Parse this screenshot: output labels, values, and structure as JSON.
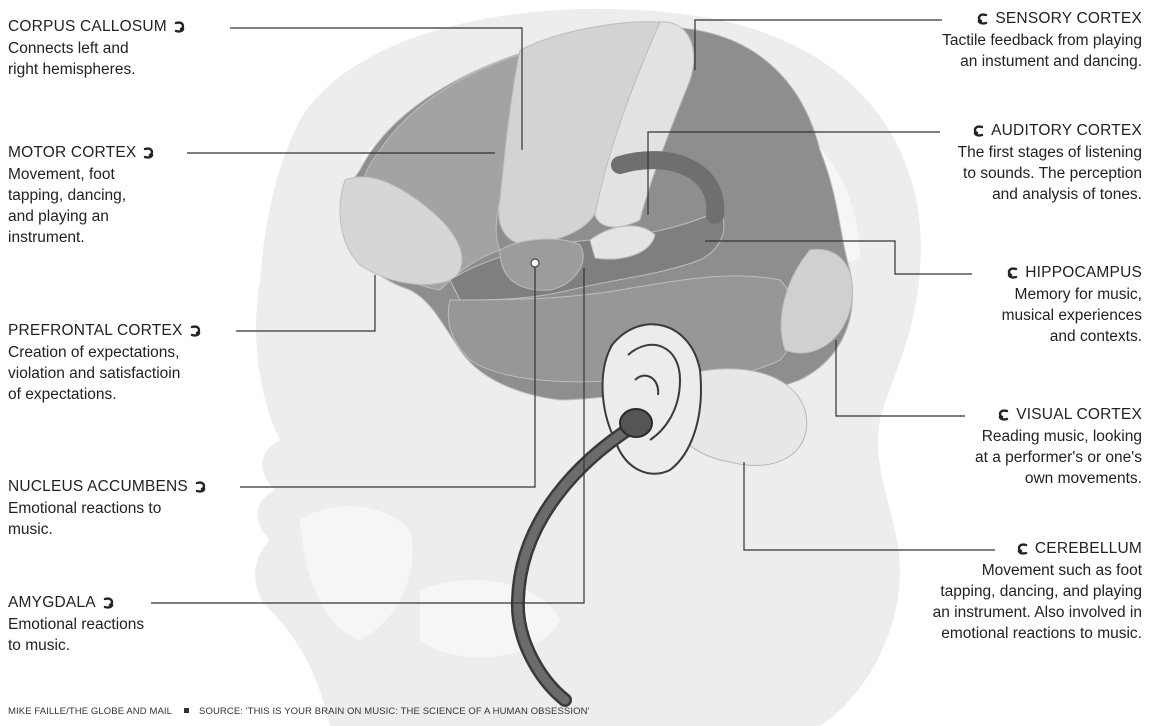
{
  "colors": {
    "ink": "#222222",
    "skull": "#ececec",
    "brain_dark": "#8b8b8b",
    "brain_mid": "#a6a6a6",
    "brain_light": "#d0d0d0",
    "brain_pale": "#e6e6e6",
    "ear": "#e9e9e9",
    "cable": "#5a5a5a"
  },
  "left_labels": [
    {
      "id": "corpus-callosum",
      "title": "CORPUS CALLOSUM",
      "lines": [
        "Connects left and",
        "right hemispheres."
      ]
    },
    {
      "id": "motor-cortex",
      "title": "MOTOR CORTEX",
      "lines": [
        "Movement, foot",
        "tapping, dancing,",
        "and playing an",
        "instrument."
      ]
    },
    {
      "id": "prefrontal-cortex",
      "title": "PREFRONTAL CORTEX",
      "lines": [
        "Creation of expectations,",
        "violation and satisfactioin",
        "of expectations."
      ]
    },
    {
      "id": "nucleus-accumbens",
      "title": "NUCLEUS ACCUMBENS",
      "lines": [
        "Emotional reactions to",
        "music."
      ]
    },
    {
      "id": "amygdala",
      "title": "AMYGDALA",
      "lines": [
        "Emotional reactions",
        "to music."
      ]
    }
  ],
  "right_labels": [
    {
      "id": "sensory-cortex",
      "title": "SENSORY CORTEX",
      "lines": [
        "Tactile feedback from playing",
        "an instument and dancing."
      ]
    },
    {
      "id": "auditory-cortex",
      "title": "AUDITORY CORTEX",
      "lines": [
        "The first stages of listening",
        "to sounds. The perception",
        "and analysis of tones."
      ]
    },
    {
      "id": "hippocampus",
      "title": "HIPPOCAMPUS",
      "lines": [
        "Memory for music,",
        "musical experiences",
        "and contexts."
      ]
    },
    {
      "id": "visual-cortex",
      "title": "VISUAL CORTEX",
      "lines": [
        "Reading music, looking",
        "at a performer's or one's",
        "own movements."
      ]
    },
    {
      "id": "cerebellum",
      "title": "CEREBELLUM",
      "lines": [
        "Movement such as foot",
        "tapping, dancing, and playing",
        "an instrument. Also involved in",
        "emotional reactions to music."
      ]
    }
  ],
  "credit": {
    "author": "MIKE FAILLE/THE GLOBE AND MAIL",
    "source": "SOURCE: 'THIS IS YOUR BRAIN ON MUSIC: THE SCIENCE OF A HUMAN OBSESSION'"
  }
}
